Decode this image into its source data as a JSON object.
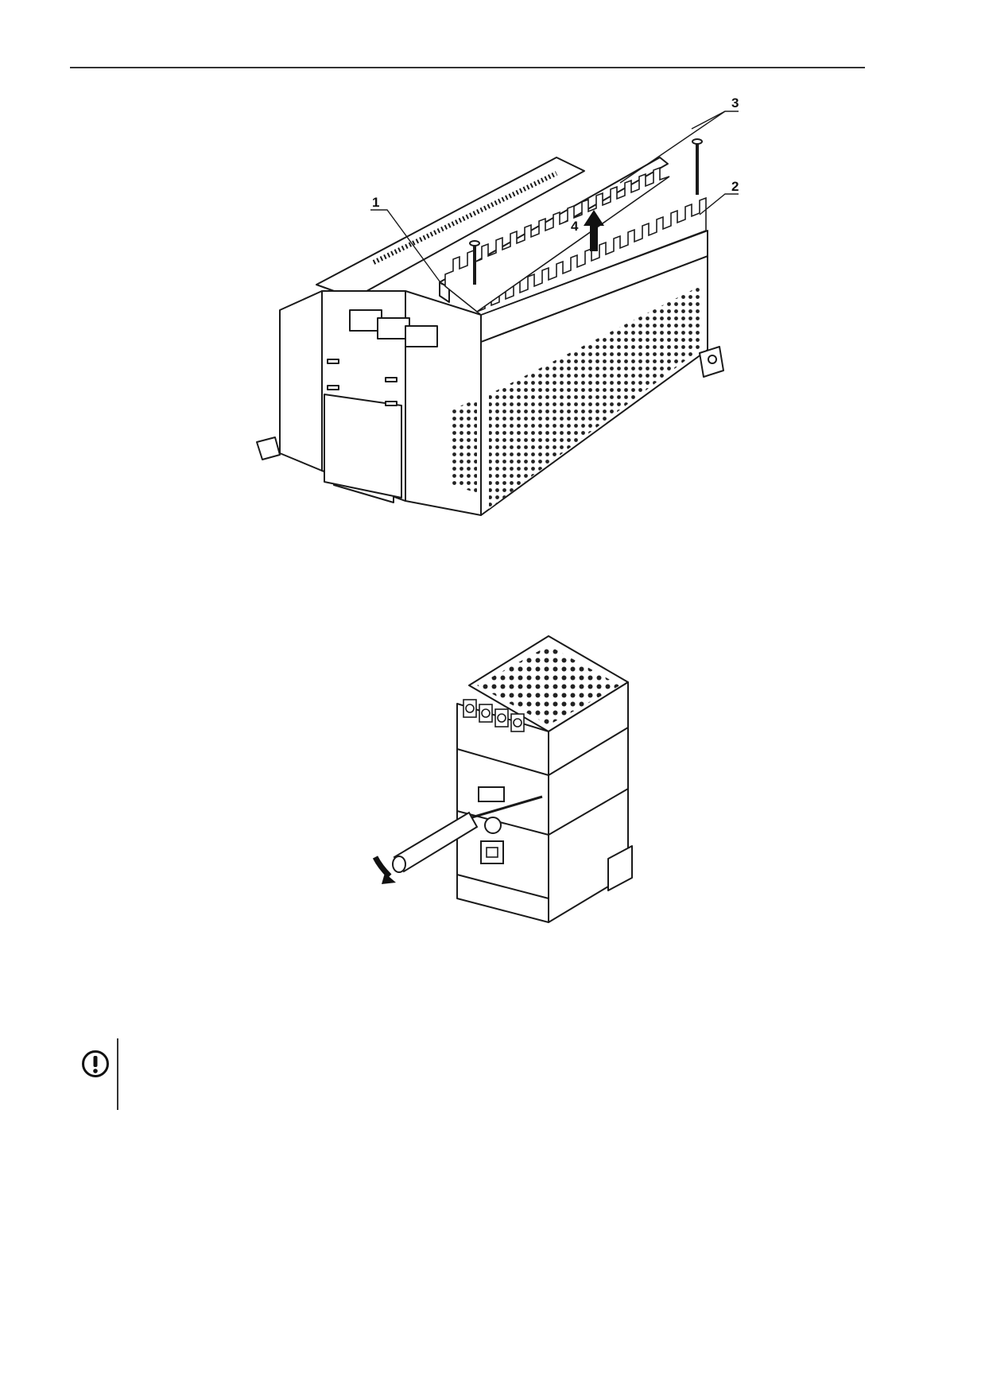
{
  "figure1": {
    "callouts": [
      {
        "id": "1",
        "label": "1"
      },
      {
        "id": "2",
        "label": "2"
      },
      {
        "id": "3",
        "label": "3"
      },
      {
        "id": "4",
        "label": "4"
      }
    ]
  },
  "figure2": {},
  "note": {
    "icon": "exclamation-circle-icon"
  },
  "colors": {
    "line": "#1a1a1a",
    "fill": "#ffffff",
    "shade": "#d8d8d8"
  }
}
